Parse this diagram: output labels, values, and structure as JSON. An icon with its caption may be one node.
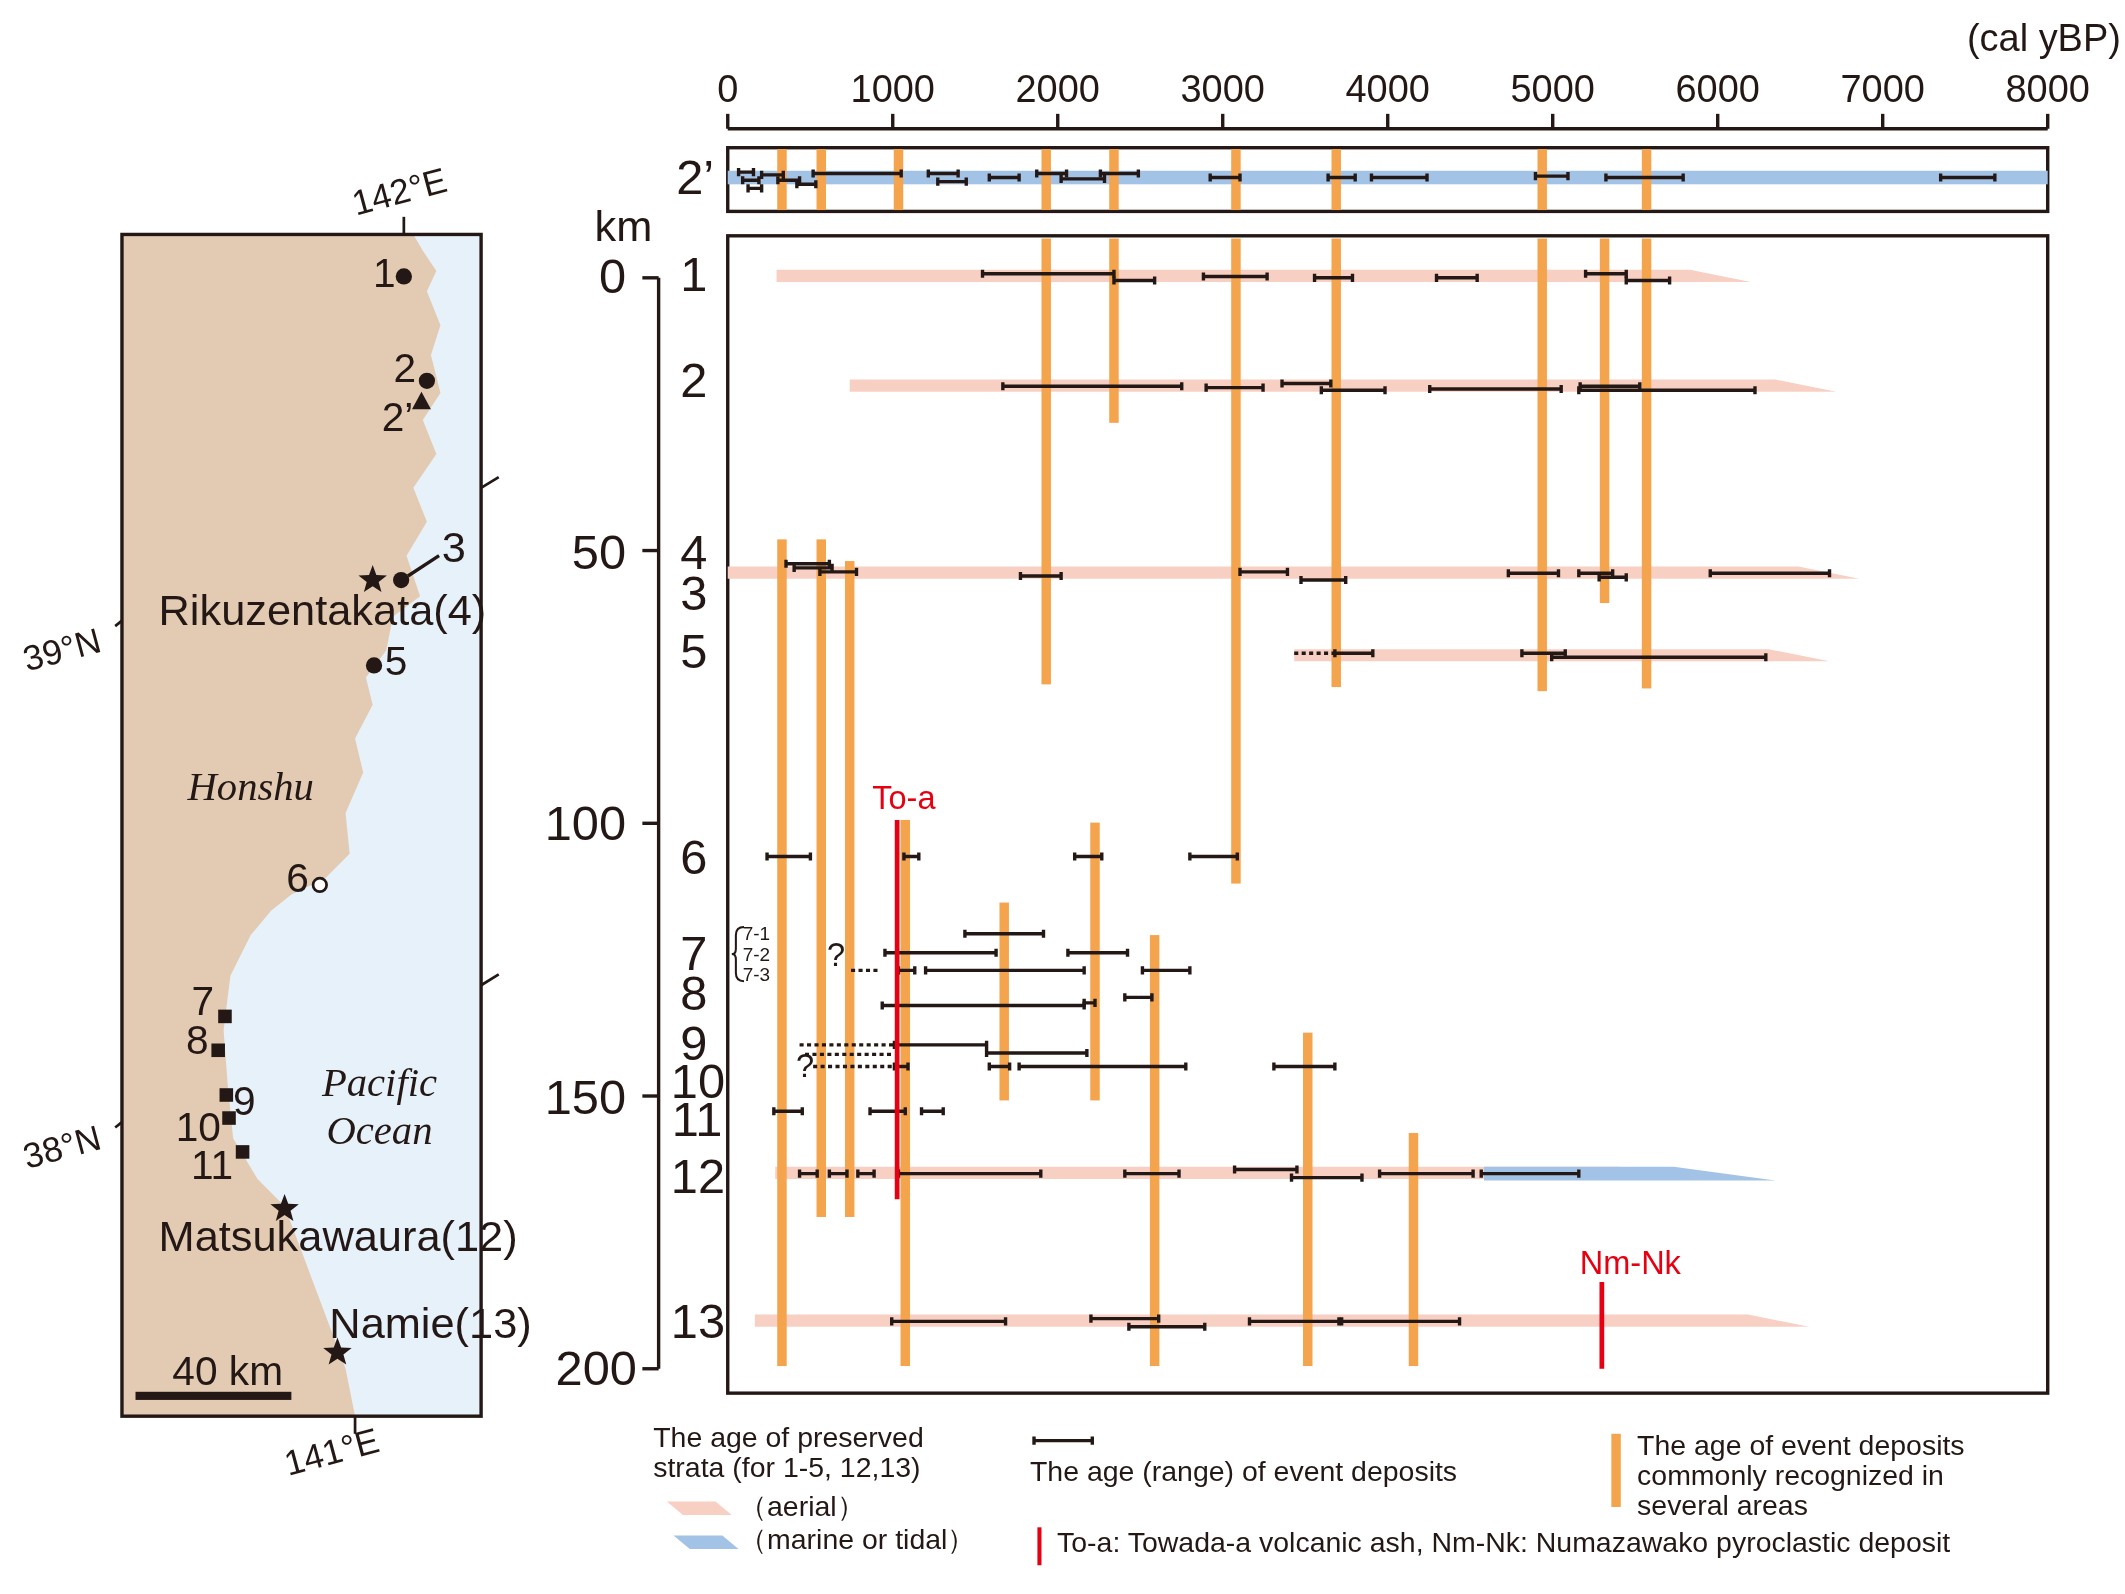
{
  "diagram": {
    "nodes": [
      {
        "text": [
          "3"
        ]
      },
      {
        "text": [],
        "shape": "circle"
      }
    ],
    "edges": [
      {
        "from": 0,
        "to": 1,
        "arrow": "none"
      }
    ],
    "labels": [
      "142°E",
      "1",
      "2",
      "2’",
      "Rikuzentakata(4)",
      "39°N",
      "5",
      "Honshu",
      "6",
      "7",
      "8",
      "Pacific Ocean",
      "9",
      "10",
      "38°N",
      "11",
      "Matsukawaura(12)",
      "Namie(13)",
      "40 km",
      "141°E",
      "(cal yBP)",
      "0",
      "1000",
      "2000",
      "3000",
      "4000",
      "5000",
      "6000",
      "7000",
      "8000",
      "2’",
      "km",
      "0",
      "1",
      "2",
      "50",
      "4",
      "3",
      "5",
      "100",
      "6",
      "To-a",
      "7",
      "7-1",
      "7-2",
      "7-3",
      "?",
      "8",
      "9",
      "?",
      "150",
      "10",
      "11",
      "12",
      "Nm-Nk",
      "200",
      "13",
      "The age of preserved strata (for 1-5, 12,13)"
    ],
    "legend": [
      {
        "text": "（aerial）",
        "color": "#f8d0c3"
      },
      {
        "text": "（marine or tidal）",
        "color": "#a3c3e6"
      },
      {
        "text": "The age (range) of event deposits"
      },
      {
        "text": "The age of event deposits commonly recognized in several areas",
        "color": "#f5a44e"
      },
      {
        "text": "To-a: Towada-a volcanic ash, Nm-Nk: Numazawako pyroclastic deposit"
      }
    ]
  }
}
